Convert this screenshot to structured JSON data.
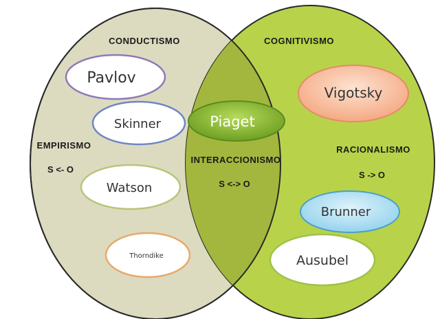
{
  "sets": {
    "left": {
      "title": "CONDUCTISMO",
      "school": "EMPIRISMO",
      "relation": "S <- O",
      "fill": "#dcdbc0",
      "stroke": "#2a2a2a"
    },
    "right": {
      "title": "COGNITIVISMO",
      "school": "RACIONALISMO",
      "relation": "S -> O",
      "fill": "#b8d34a",
      "stroke": "#2a2a2a"
    },
    "overlap": {
      "school": "INTERACCIONISMO",
      "relation": "S <-> O",
      "fill": "#a3b73e"
    }
  },
  "authors": [
    {
      "name": "Pavlov",
      "border": "#8e78b8",
      "fill": "#ffffff"
    },
    {
      "name": "Skinner",
      "border": "#6f86c2",
      "fill": "#ffffff"
    },
    {
      "name": "Watson",
      "border": "#b9c47a",
      "fill": "#ffffff"
    },
    {
      "name": "Thorndike",
      "border": "#e8a86a",
      "fill": "#ffffff"
    },
    {
      "name": "Piaget",
      "border": "#5a8a1e",
      "fill": "#8cbf34"
    },
    {
      "name": "Vigotsky",
      "border": "#e38b6a",
      "fill": "#f8b898"
    },
    {
      "name": "Brunner",
      "border": "#4aa0c8",
      "fill": "#a8dcf0"
    },
    {
      "name": "Ausubel",
      "border": "#9fc24a",
      "fill": "#ffffff"
    }
  ]
}
